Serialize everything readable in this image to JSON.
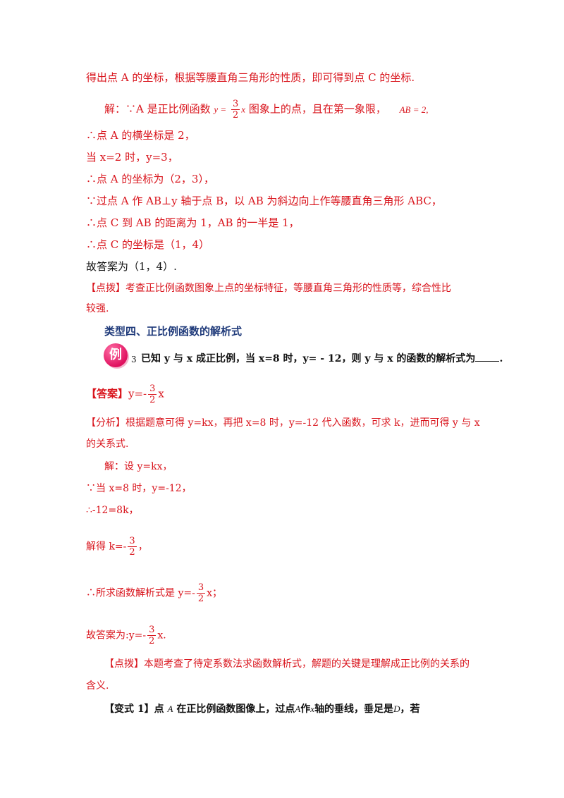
{
  "sec1": {
    "line1": "得出点 A 的坐标，根据等腰直角三角形的性质，即可得到点 C 的坐标.",
    "sol_a": "解：∵A 是正比例函数",
    "sol_frac_num": "3",
    "sol_frac_den": "2",
    "sol_b": "图象上的点，且在第一象限，",
    "sol_ab": "AB = 2,",
    "s1": "∴点 A 的横坐标是 2，",
    "s2": "当 x=2 时，y=3，",
    "s3": "∴点 A 的坐标为（2，3），",
    "s4": "∵过点 A 作 AB⊥y 轴于点 B，以 AB 为斜边向上作等腰直角三角形 ABC，",
    "s5": "∴点 C 到 AB 的距离为 1，AB 的一半是 1，",
    "s6": "∴点 C 的坐标是（1，4）",
    "s7": "故答案为（1，4）.",
    "tip1": "【点拨】考查正比例函数图象上点的坐标特征，等腰直角三角形的性质等，综合性比",
    "tip2": "较强."
  },
  "sec2": {
    "heading": "类型四、正比例函数的解析式",
    "badge": "例",
    "qnum": "3",
    "question": "已知 y 与 x 成正比例，当 x=8 时，y= ‐ 12，则 y 与 x 的函数的解析式为",
    "qend": ".",
    "ans_label": "【答案】",
    "ans_pre": "y=-",
    "ans_post": "x",
    "an1": "【分析】根据题意可得 y=kx，再把 x=8 时，y=-12 代入函数，可求 k，进而可得 y 与 x",
    "an2": "的关系式.",
    "w1": "解：设 y=kx，",
    "w2": "∵当 x=8 时，y=-12，",
    "w3": "∴-12=8k，",
    "w4_pre": "解得 k=-",
    "w4_post": "，",
    "w5_pre": "∴所求函数解析式是 y=-",
    "w5_post": "x；",
    "w6_pre": "故答案为:y=-",
    "w6_post": "x.",
    "tip1": "【点拨】本题考查了待定系数法求函数解析式，解题的关键是理解成正比例的关系的",
    "tip2": "含义.",
    "var_label": "【变式 1】",
    "var_a": "点",
    "var_b": "在正比例函数图像上，过点",
    "var_c": "作",
    "var_d": "轴的垂线，垂足是",
    "var_e": "，若",
    "var_A1": "A",
    "var_A2": "A",
    "var_x": "x",
    "var_D": "D",
    "frac_num": "3",
    "frac_den": "2"
  }
}
